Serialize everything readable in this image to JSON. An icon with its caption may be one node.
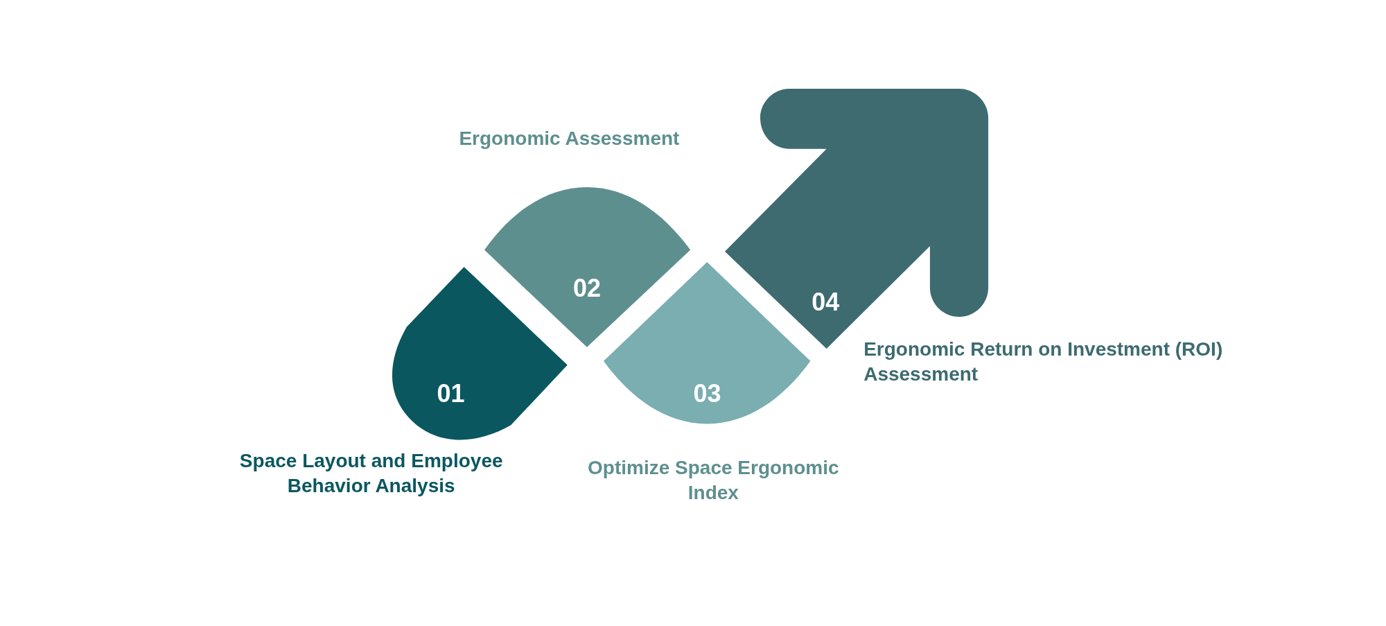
{
  "diagram": {
    "nodes": [
      {
        "text": [
          "01"
        ],
        "beside": [
          "Space Layout and Employee Behavior Analysis"
        ]
      },
      {
        "text": [
          "02"
        ],
        "beside": [
          "Ergonomic Assessment"
        ]
      },
      {
        "text": [
          "03"
        ],
        "beside": [
          "Optimize Space Ergonomic Index"
        ]
      },
      {
        "text": [
          "04"
        ],
        "beside": [
          "Ergonomic Return on Investment (ROI) Assessment"
        ]
      }
    ]
  }
}
